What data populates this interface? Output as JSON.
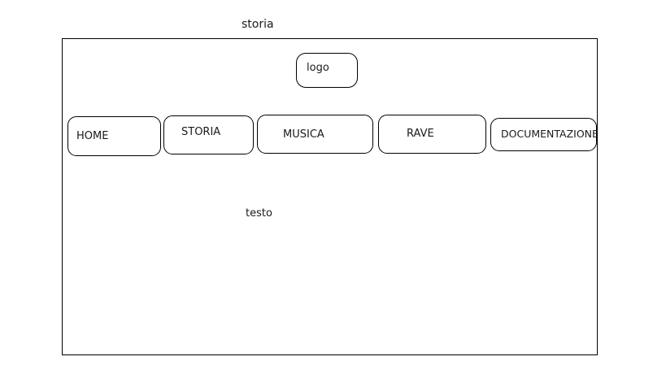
{
  "page": {
    "caption": "storia"
  },
  "header": {
    "logo_label": "logo"
  },
  "nav": {
    "items": [
      {
        "label": "HOME"
      },
      {
        "label": "STORIA"
      },
      {
        "label": "MUSICA"
      },
      {
        "label": "RAVE"
      },
      {
        "label": "DOCUMENTAZIONE"
      }
    ]
  },
  "content": {
    "text": "testo"
  }
}
